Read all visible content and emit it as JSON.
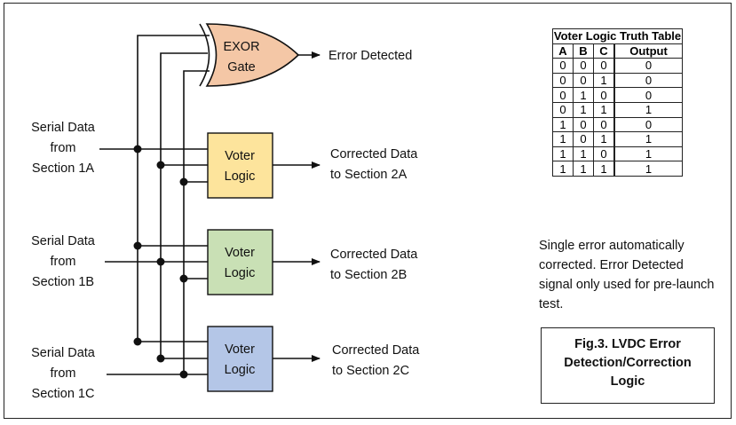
{
  "gate": {
    "line1": "EXOR",
    "line2": "Gate",
    "output": "Error Detected",
    "fill": "#F4C7A6"
  },
  "inputs": [
    {
      "line1": "Serial Data",
      "line2": "from",
      "line3": "Section 1A"
    },
    {
      "line1": "Serial Data",
      "line2": "from",
      "line3": "Section 1B"
    },
    {
      "line1": "Serial Data",
      "line2": "from",
      "line3": "Section 1C"
    }
  ],
  "voters": [
    {
      "line1": "Voter",
      "line2": "Logic",
      "out1": "Corrected Data",
      "out2": "to Section 2A",
      "fill": "#FDE49C"
    },
    {
      "line1": "Voter",
      "line2": "Logic",
      "out1": "Corrected Data",
      "out2": "to Section 2B",
      "fill": "#C9E0B5"
    },
    {
      "line1": "Voter",
      "line2": "Logic",
      "out1": "Corrected Data",
      "out2": "to Section 2C",
      "fill": "#B4C6E7"
    }
  ],
  "truth_table": {
    "title": "Voter Logic Truth Table",
    "headers": [
      "A",
      "B",
      "C",
      "Output"
    ],
    "rows": [
      [
        "0",
        "0",
        "0",
        "0"
      ],
      [
        "0",
        "0",
        "1",
        "0"
      ],
      [
        "0",
        "1",
        "0",
        "0"
      ],
      [
        "0",
        "1",
        "1",
        "1"
      ],
      [
        "1",
        "0",
        "0",
        "0"
      ],
      [
        "1",
        "0",
        "1",
        "1"
      ],
      [
        "1",
        "1",
        "0",
        "1"
      ],
      [
        "1",
        "1",
        "1",
        "1"
      ]
    ]
  },
  "note": "Single error automatically corrected. Error Detected signal only used for pre-launch test.",
  "figure": {
    "line1": "Fig.3.  LVDC Error",
    "line2": "Detection/Correction",
    "line3": "Logic"
  }
}
